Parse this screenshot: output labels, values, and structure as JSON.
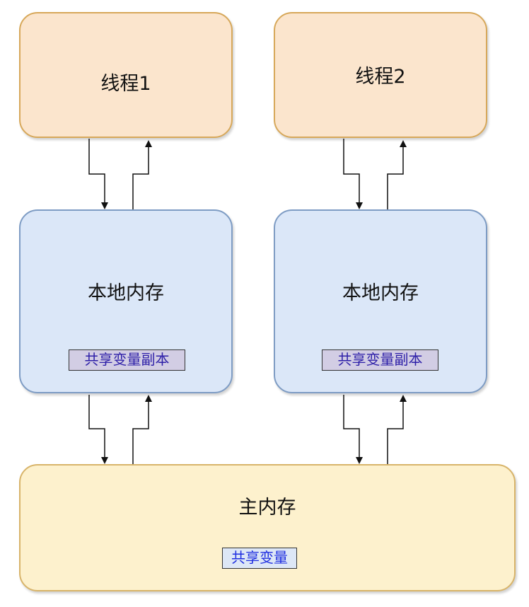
{
  "diagram": {
    "threads": [
      {
        "label": "线程1"
      },
      {
        "label": "线程2"
      }
    ],
    "local_memories": [
      {
        "label": "本地内存",
        "copy_label": "共享变量副本"
      },
      {
        "label": "本地内存",
        "copy_label": "共享变量副本"
      }
    ],
    "main_memory": {
      "label": "主内存",
      "shared_label": "共享变量"
    },
    "colors": {
      "thread_fill": "#fbe5cd",
      "thread_border": "#d7a85a",
      "local_fill": "#dbe7f8",
      "local_border": "#7e9cc4",
      "main_fill": "#fdf1cd",
      "main_border": "#d8b46a",
      "arrow": "#111111"
    }
  }
}
